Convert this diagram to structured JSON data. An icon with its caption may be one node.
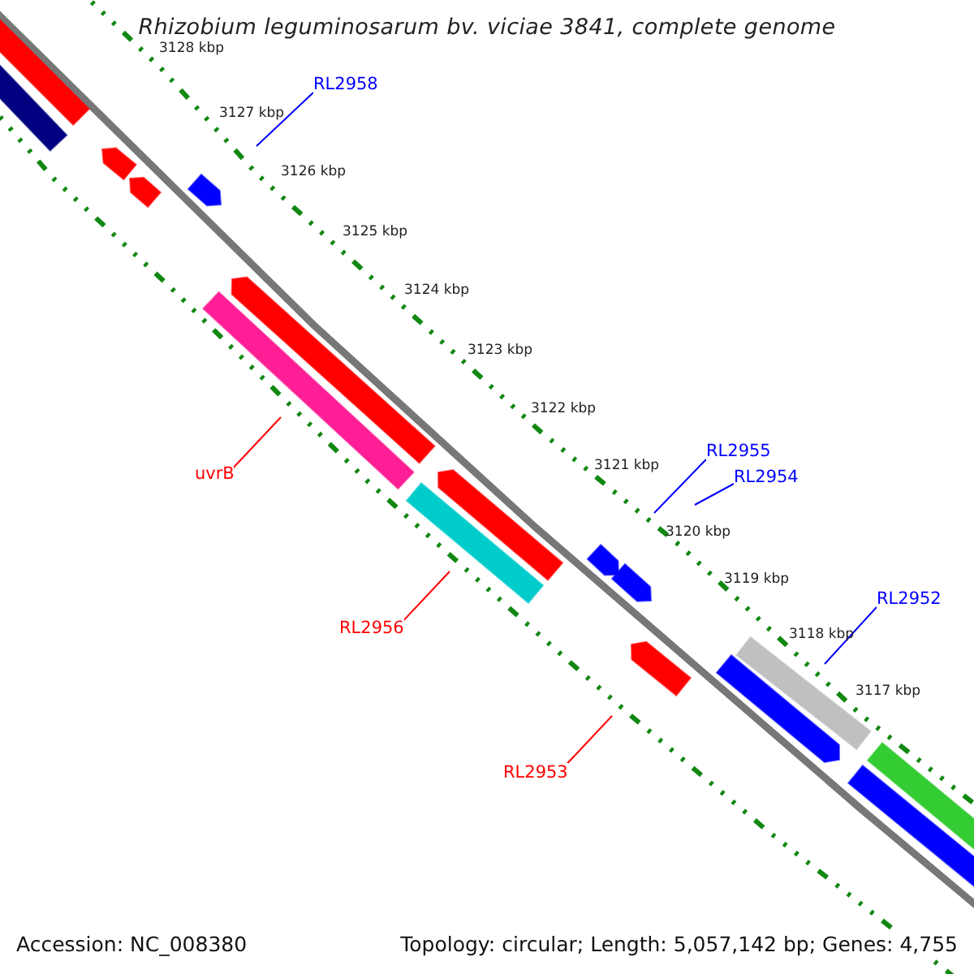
{
  "diagram": {
    "title": "Rhizobium leguminosarum bv. viciae 3841, complete genome",
    "nodes": [
      {
        "text": [
          "RL2958"
        ]
      },
      {
        "text": [
          "uvrB"
        ]
      },
      {
        "text": [
          "RL2955"
        ]
      },
      {
        "text": [
          "RL2954"
        ]
      },
      {
        "text": [
          "RL2956"
        ]
      },
      {
        "text": [
          "RL2952"
        ]
      },
      {
        "text": [
          "RL2953"
        ]
      }
    ],
    "edges": [
      {
        "from": 0,
        "to": null,
        "arrow": "none"
      },
      {
        "from": 1,
        "to": null,
        "arrow": "none",
        "color": "#ff0000"
      },
      {
        "from": 2,
        "to": null,
        "arrow": "none"
      },
      {
        "from": 3,
        "to": null,
        "arrow": "none"
      },
      {
        "from": 4,
        "to": null,
        "arrow": "none",
        "color": "#ff0000"
      },
      {
        "from": 5,
        "to": null,
        "arrow": "none"
      },
      {
        "from": 6,
        "to": null,
        "arrow": "none",
        "color": "#ff0000"
      }
    ],
    "labels": [
      "3128 kbp",
      "3127 kbp",
      "3126 kbp",
      "3125 kbp",
      "3124 kbp",
      "3123 kbp",
      "3122 kbp",
      "3121 kbp",
      "3120 kbp",
      "3119 kbp",
      "3118 kbp",
      "3117 kbp",
      "Accession: NC_008380",
      "Topology: circular; Length: 5,057,142 bp; Genes: 4,755"
    ]
  }
}
